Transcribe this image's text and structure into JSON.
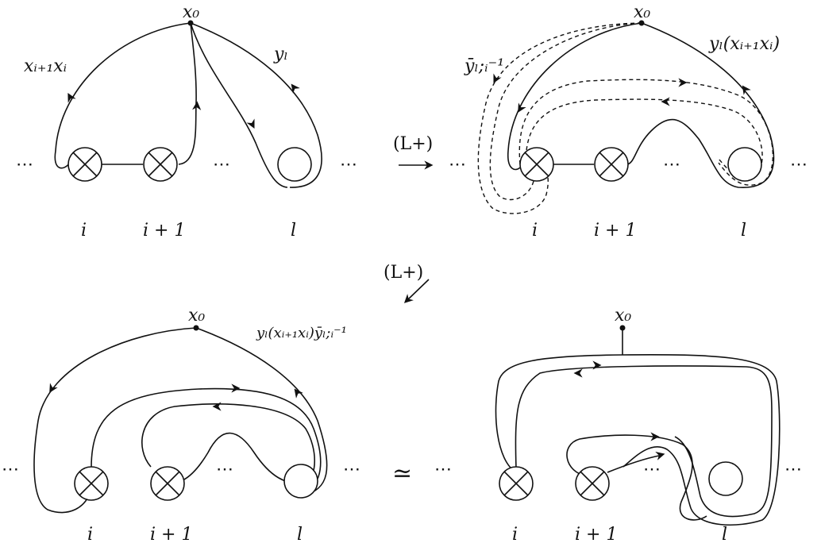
{
  "labels": {
    "base_point": "x₀",
    "i": "i",
    "i_plus_1": "i + 1",
    "l": "l",
    "dots": "⋯",
    "move_LPlus": "(L+)",
    "homotopic": "≃"
  },
  "loop_labels": {
    "x_product": "xᵢ₊₁xᵢ",
    "y_l": "yₗ",
    "ybar_inv": "ȳₗ;ᵢ⁻¹",
    "y_l_times_x": "yₗ(xᵢ₊₁xᵢ)",
    "full_product": "yₗ(xᵢ₊₁xᵢ)ȳₗ;ᵢ⁻¹"
  },
  "icons": {
    "puncture_marked": "circle-x-icon",
    "puncture_plain": "circle-icon",
    "move_arrow_right": "arrow-right-icon",
    "move_arrow_down_left": "arrow-down-left-icon"
  }
}
